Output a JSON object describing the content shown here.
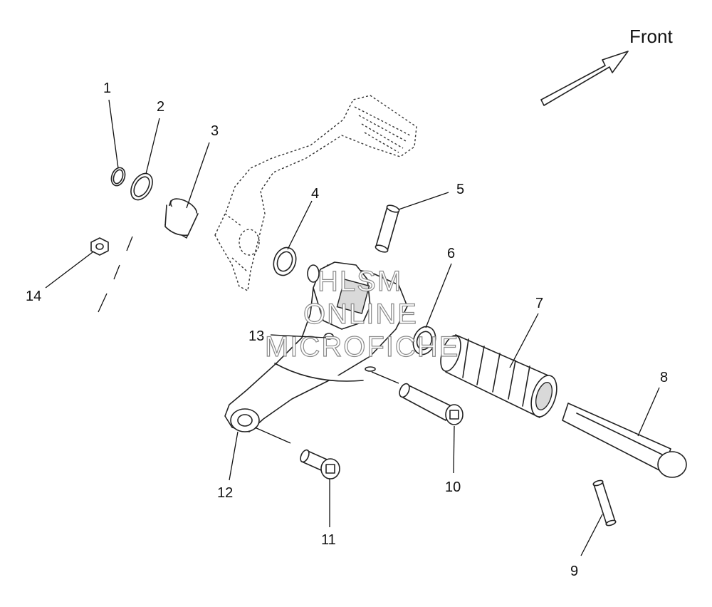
{
  "diagram": {
    "front_label": "Front",
    "watermark": [
      "HLSM",
      "ONLINE",
      "MICROFICHE"
    ],
    "callouts": [
      "1",
      "2",
      "3",
      "4",
      "5",
      "6",
      "7",
      "8",
      "9",
      "10",
      "11",
      "12",
      "13",
      "14"
    ]
  }
}
